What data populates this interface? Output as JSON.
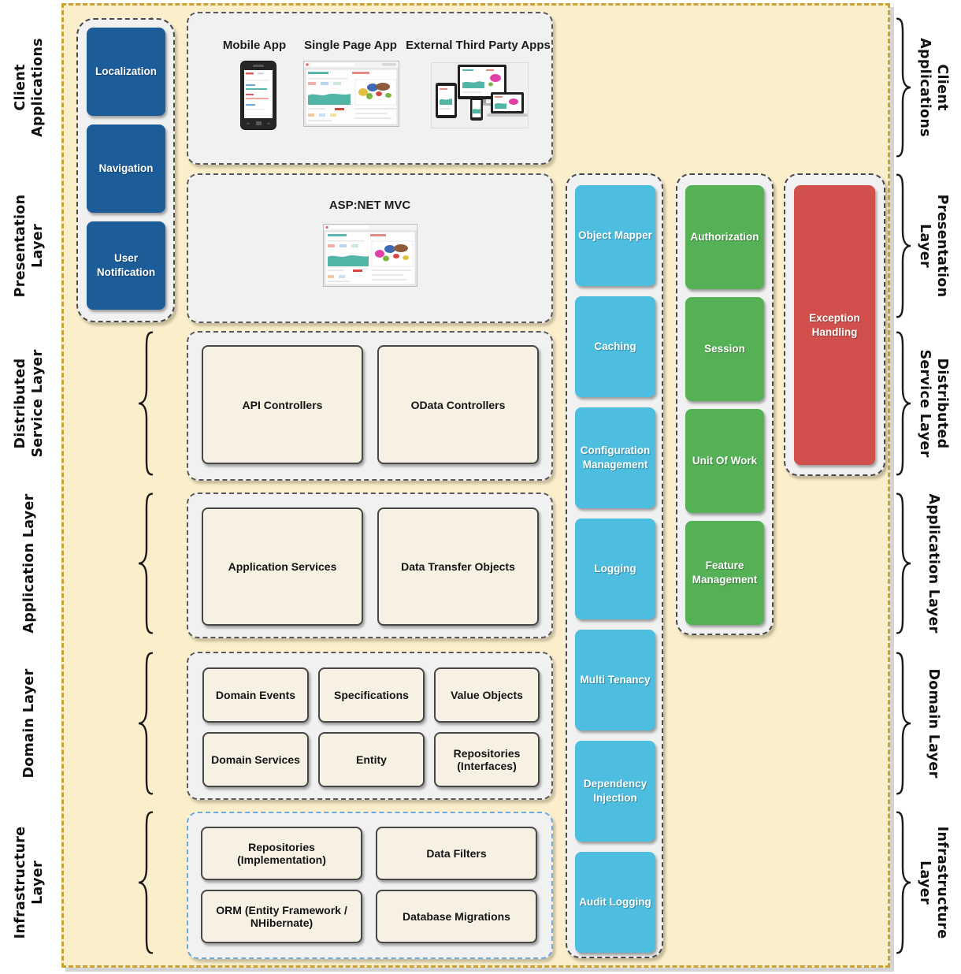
{
  "layers": [
    "Client Applications",
    "Presentation Layer",
    "Distributed Service Layer",
    "Application Layer",
    "Domain Layer",
    "Infrastructure Layer"
  ],
  "client_sidebar": {
    "items": [
      "Localization",
      "Navigation",
      "User Notification"
    ]
  },
  "client_apps": {
    "labels": [
      "Mobile App",
      "Single Page App",
      "External Third Party Apps"
    ]
  },
  "presentation": {
    "title": "ASP:NET MVC"
  },
  "distributed": {
    "boxes": [
      "API Controllers",
      "OData Controllers"
    ]
  },
  "application": {
    "boxes": [
      "Application Services",
      "Data Transfer Objects"
    ]
  },
  "domain": {
    "boxes": [
      "Domain Events",
      "Specifications",
      "Value Objects",
      "Domain Services",
      "Entity",
      "Repositories (Interfaces)"
    ]
  },
  "infrastructure": {
    "boxes": [
      "Repositories (Implementation)",
      "Data Filters",
      "ORM (Entity Framework / NHibernate)",
      "Database Migrations"
    ]
  },
  "crosscutting": {
    "cyan": [
      "Object Mapper",
      "Caching",
      "Configuration Management",
      "Logging",
      "Multi Tenancy",
      "Dependency Injection",
      "Audit Logging"
    ],
    "green": [
      "Authorization",
      "Session",
      "Unit Of Work",
      "Feature Management"
    ],
    "red": [
      "Exception Handling"
    ]
  },
  "colors": {
    "background": "#FAEECB",
    "frame_border": "#C9A233",
    "sidebar_blue": "#1C5C99",
    "crosscut_cyan": "#4DBEDF",
    "crosscut_green": "#55B155",
    "crosscut_red": "#D2504C",
    "infrastructure_border": "#6FA8DC",
    "box_cream": "#F6F1E3"
  }
}
